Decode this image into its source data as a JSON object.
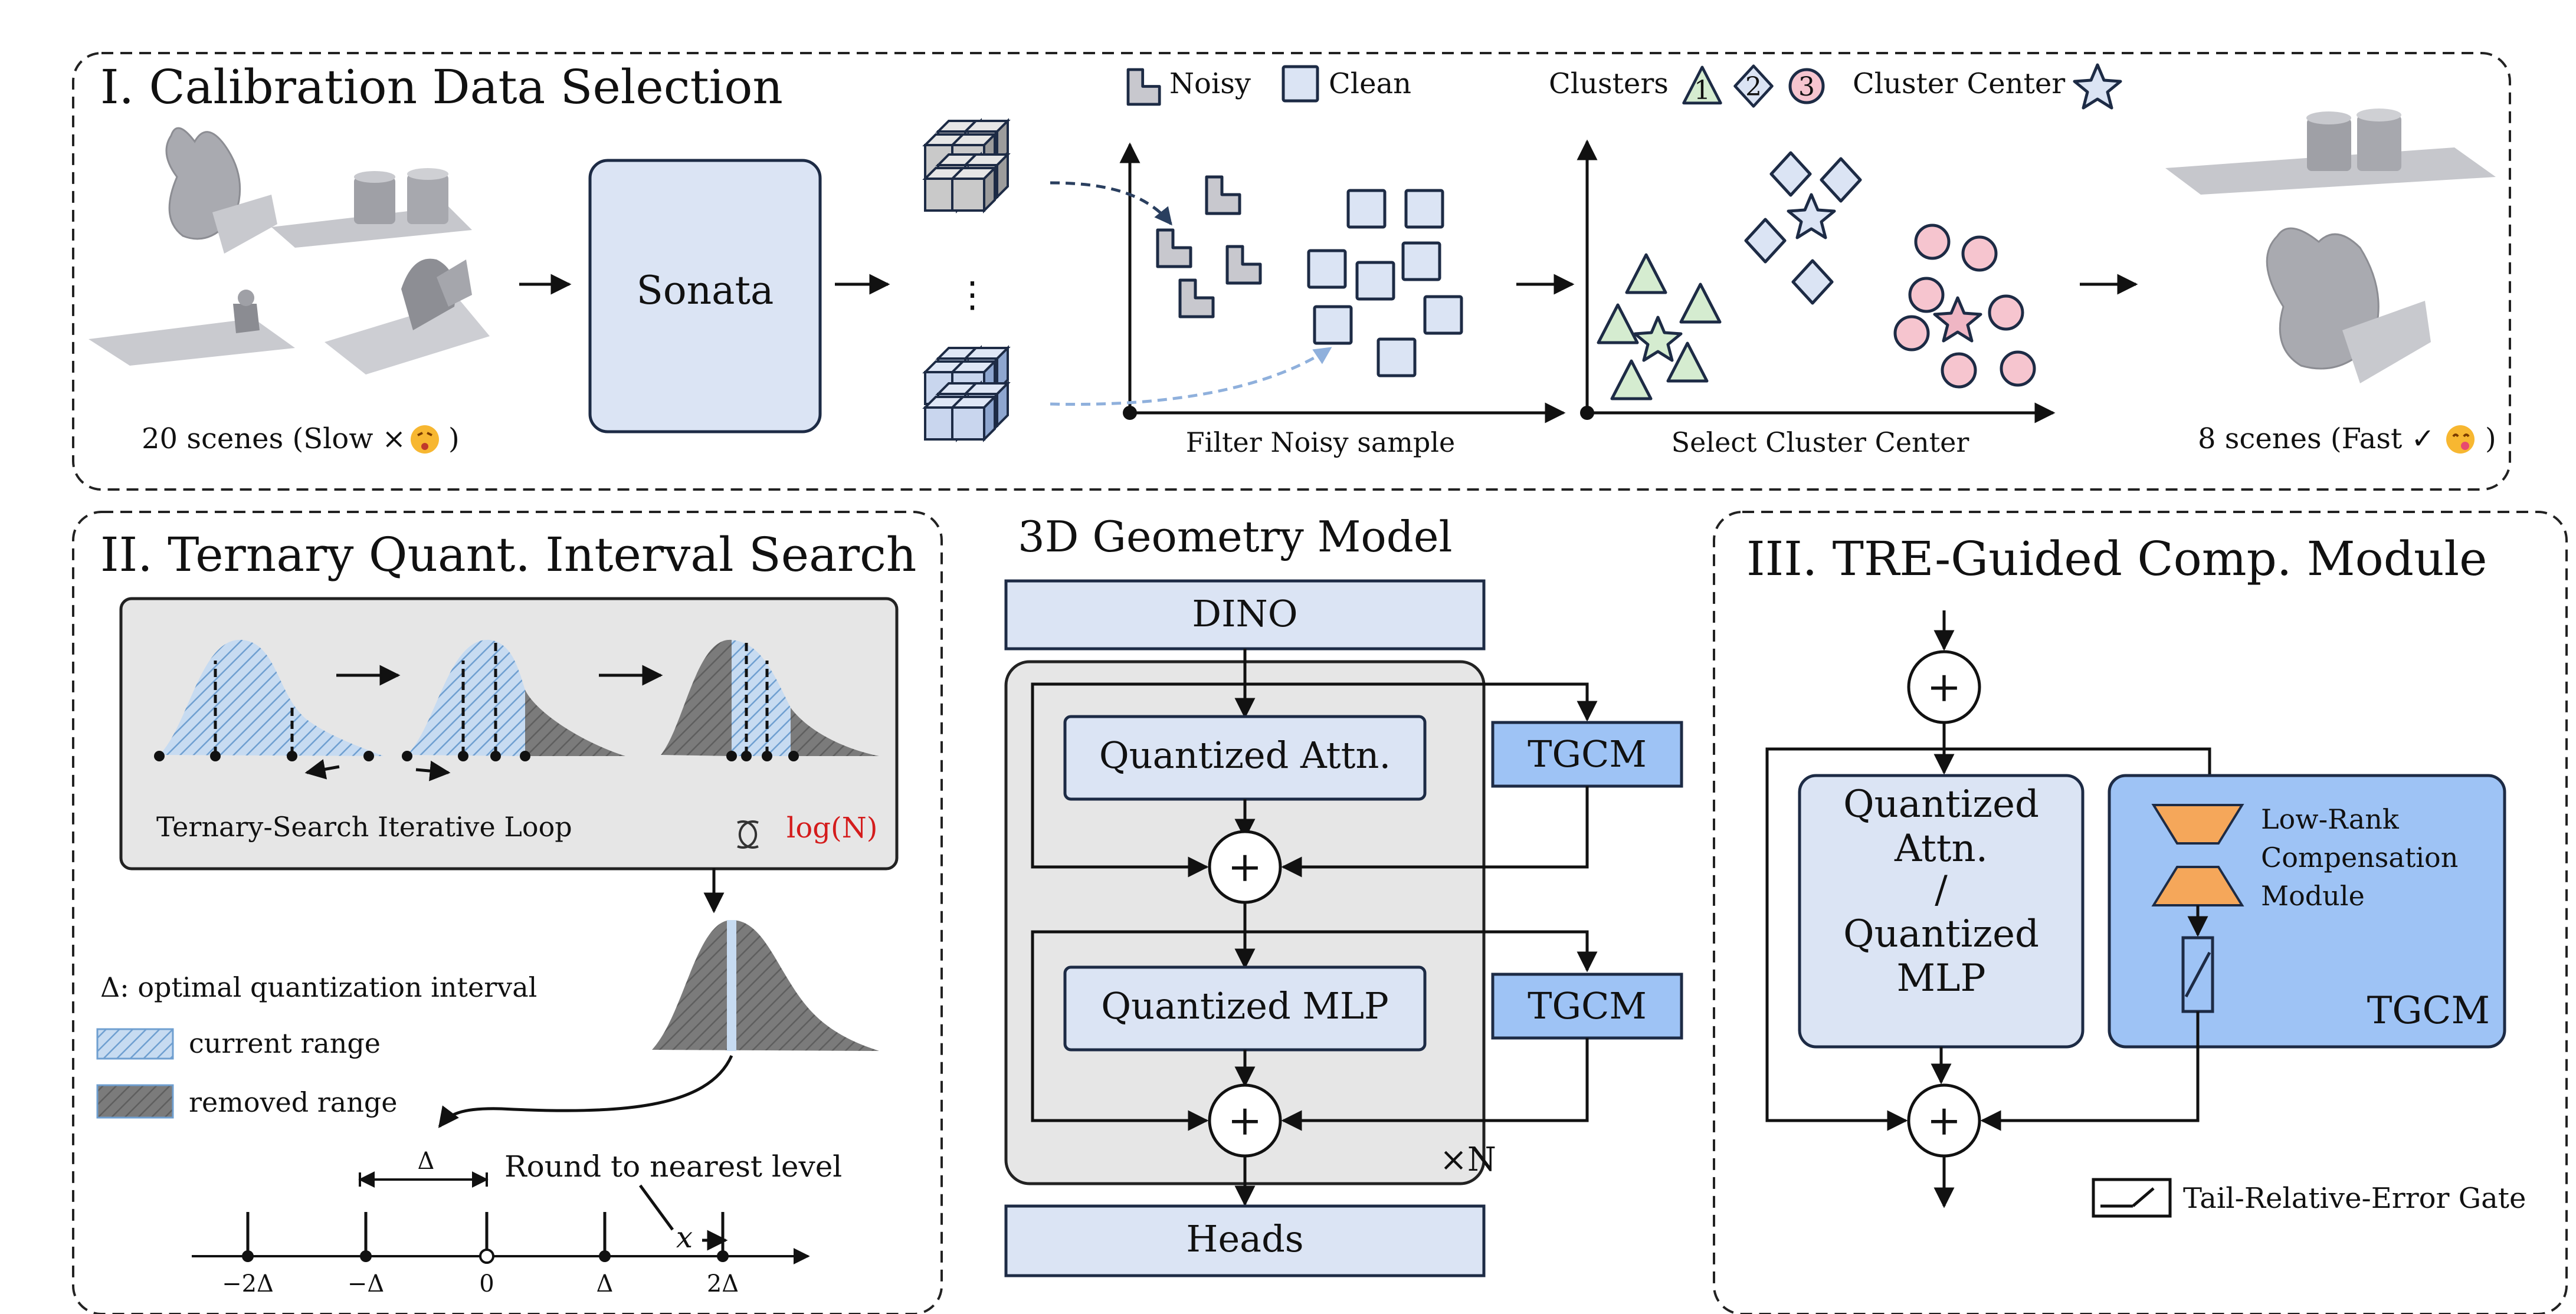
{
  "section1": {
    "title": "I. Calibration Data Selection",
    "legend_noisy": "Noisy",
    "legend_clean": "Clean",
    "legend_clusters": "Clusters",
    "cluster_ids": [
      "1",
      "2",
      "3"
    ],
    "legend_center": "Cluster Center",
    "input_caption": "20 scenes (Slow ×",
    "sonata": "Sonata",
    "dots": "⋮",
    "filter_caption": "Filter Noisy sample",
    "select_caption": "Select Cluster Center",
    "output_caption": "8 scenes (Fast ✓",
    "close_paren": ")"
  },
  "section2": {
    "title": "II. Ternary Quant. Interval Search",
    "loop_label": "Ternary-Search Iterative Loop",
    "complexity": "log(N)",
    "delta_def": "Δ: optimal quantization interval",
    "current_range": "current  range",
    "removed_range": "removed range",
    "delta": "Δ",
    "round_label": "Round to nearest level",
    "x_label": "x",
    "ticks": [
      "−2Δ",
      "−Δ",
      "0",
      "Δ",
      "2Δ"
    ]
  },
  "model": {
    "title": "3D Geometry Model",
    "dino": "DINO",
    "attn": "Quantized Attn.",
    "mlp": "Quantized MLP",
    "tgcm": "TGCM",
    "plus": "+",
    "repeat": "×N",
    "heads": "Heads"
  },
  "section3": {
    "title": "III. TRE-Guided Comp. Module",
    "block_lines": [
      "Quantized",
      "Attn.",
      "/",
      "Quantized",
      "MLP"
    ],
    "lowrank_lines": [
      "Low-Rank",
      "Compensation",
      "Module"
    ],
    "tgcm": "TGCM",
    "gate_label": "Tail-Relative-Error Gate",
    "plus": "+"
  },
  "colors": {
    "light_blue": "#dbe4f4",
    "tgcm_blue": "#9ec3f5",
    "gray_panel": "#e6e6e6",
    "orange": "#f5a75a",
    "green": "#d5ecd0",
    "pink": "#f6c5cf",
    "red_text": "#d41c1c"
  }
}
